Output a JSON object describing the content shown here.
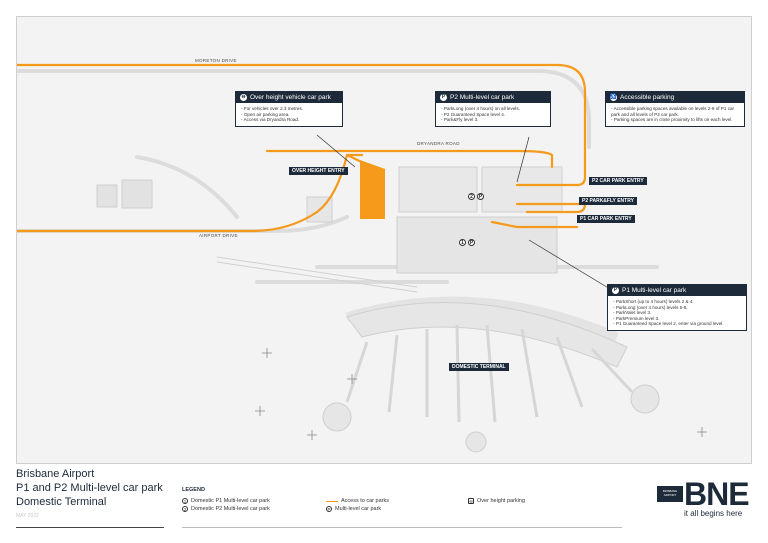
{
  "roads": {
    "moreton": "MORETON DRIVE",
    "dryandra": "DRYANDRA ROAD",
    "airport": "AIRPORT DRIVE"
  },
  "callouts": {
    "overheight": {
      "title": "Over height vehicle car park",
      "icon": "height-icon",
      "items": [
        "For vehicles over 2.3 metres.",
        "Open air parking area.",
        "Access via Dryandra Road."
      ]
    },
    "p2": {
      "title": "P2 Multi-level car park",
      "icon": "parking-icon",
      "items": [
        "ParkLong (over 4 hours) on all levels.",
        "P2 Guaranteed Space level 4.",
        "Park&Fly level 3."
      ]
    },
    "accessible": {
      "title": "Accessible parking",
      "icon": "accessible-icon",
      "items": [
        "Accessible parking spaces available on levels 2-9 of P1 car park and all levels of P2 car park.",
        "Parking spaces are in close proximity to lifts on each level."
      ]
    },
    "p1": {
      "title": "P1 Multi-level car park",
      "icon": "parking-icon",
      "items": [
        "ParkShort (up to 4 hours) levels 2 & 4.",
        "ParkLong (over 4 hours) levels 5-9.",
        "ParkValet level 3.",
        "ParkPremium level 3.",
        "P1 Guaranteed Space level 2, enter via ground level."
      ]
    }
  },
  "tags": {
    "overheight_entry": "OVER HEIGHT ENTRY",
    "p2_entry": "P2 CAR PARK ENTRY",
    "parkfly_entry": "P2 PARK&FLY ENTRY",
    "p1_entry": "P1 CAR PARK ENTRY",
    "terminal": "DOMESTIC TERMINAL"
  },
  "markers": {
    "p2_num": "2",
    "p2_p": "P",
    "p1_num": "1",
    "p1_p": "P"
  },
  "footer": {
    "title1": "Brisbane Airport",
    "title2": "P1 and P2 Multi-level car park",
    "title3": "Domestic Terminal",
    "date": "MAY 2022"
  },
  "legend": {
    "title": "LEGEND",
    "p1": "Domestic P1 Multi-level car park",
    "p2": "Domestic P2 Multi-level car park",
    "access": "Access to car parks",
    "mlcp": "Multi-level car park",
    "overheight": "Over height parking",
    "p1_num": "1",
    "p2_num": "2",
    "p_sym": "P"
  },
  "brand": {
    "logo": "BNE",
    "logo_small": "BRISBANE AIRPORT",
    "slogan": "it all begins here"
  },
  "colors": {
    "access_route": "#f59a1b",
    "label_bg": "#1c2a3a"
  }
}
